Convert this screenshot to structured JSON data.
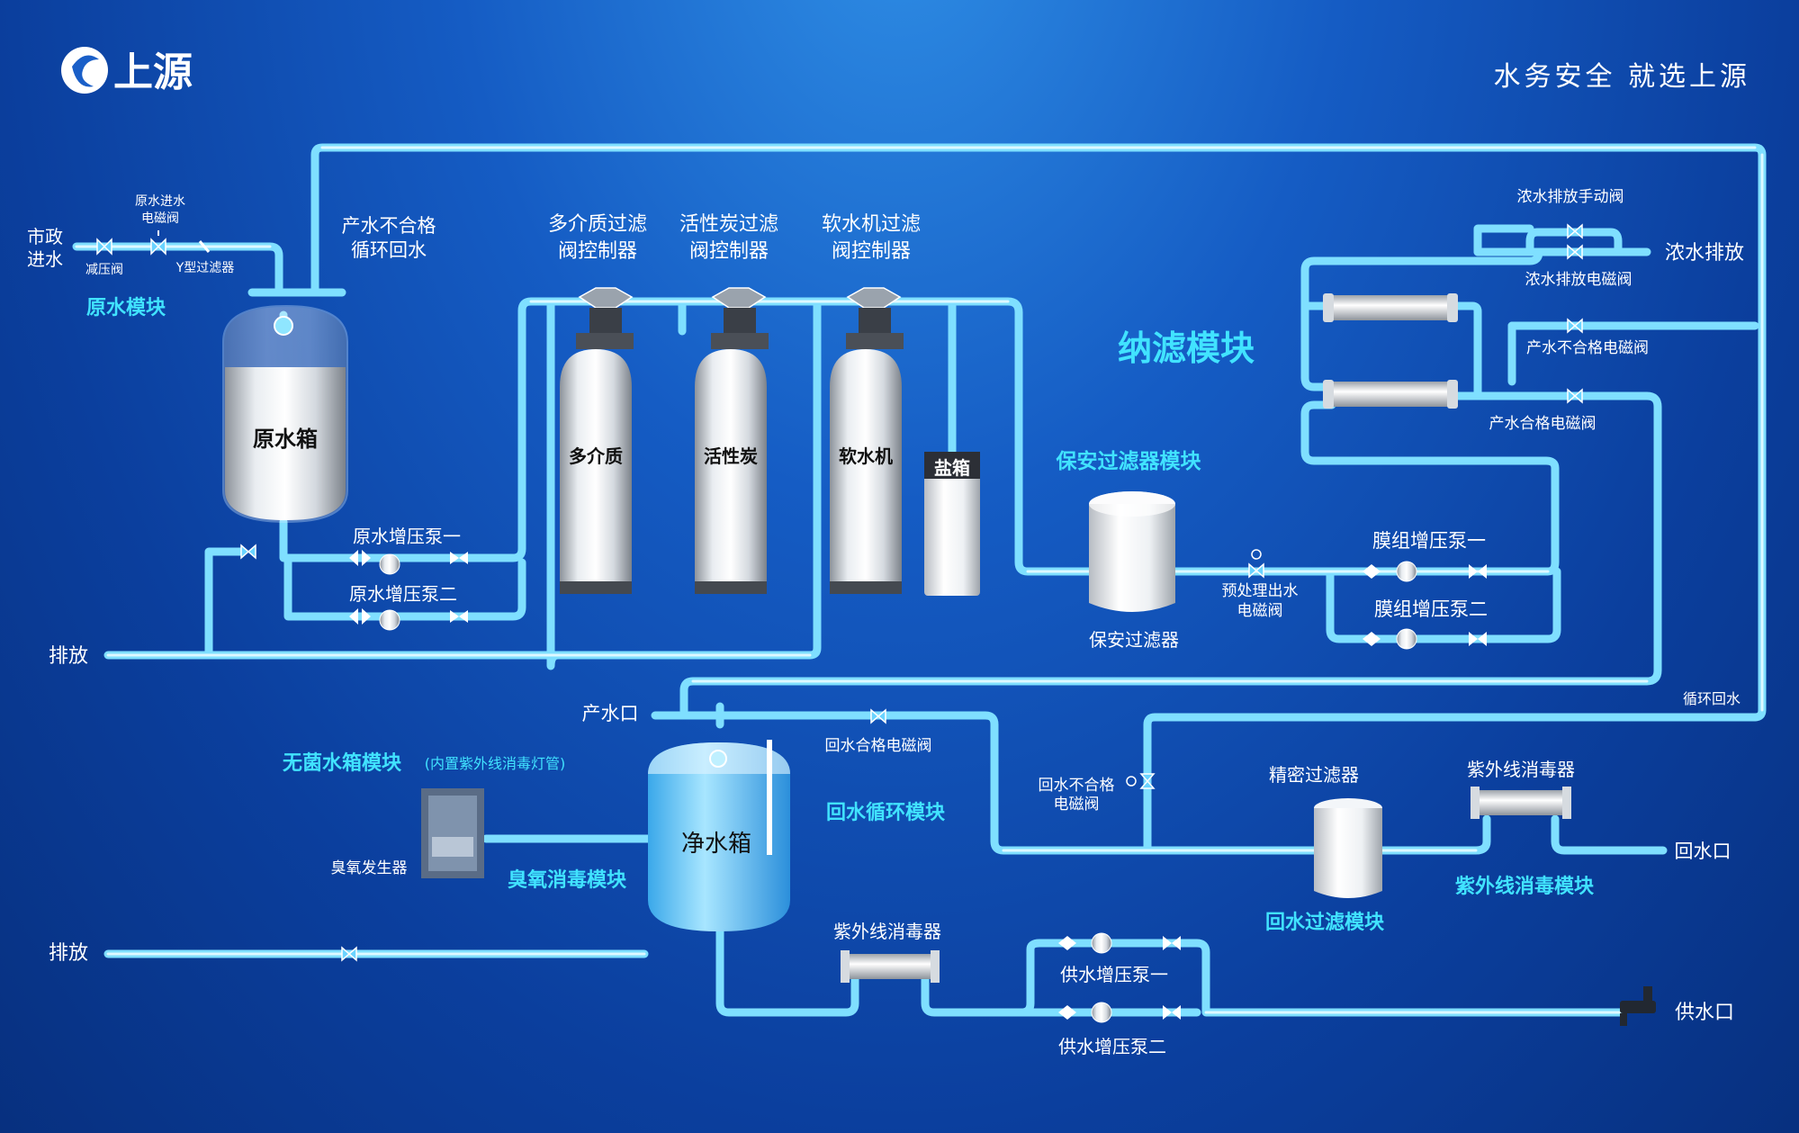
{
  "brand": {
    "name": "上源",
    "slogan": "水务安全 就选上源"
  },
  "colors": {
    "pipe": "#7fdfff",
    "module_label": "#41e3ff",
    "text": "#ffffff"
  },
  "modules": {
    "raw": "原水模块",
    "nano": "纳滤模块",
    "security": "保安过滤器模块",
    "sterile": "无菌水箱模块",
    "sterile_note": "(内置紫外线消毒灯管)",
    "ozone": "臭氧消毒模块",
    "return_cycle": "回水循环模块",
    "return_filter": "回水过滤模块",
    "uv": "紫外线消毒模块"
  },
  "labels": {
    "city_water": "市政",
    "city_water2": "进水",
    "inlet_valve1": "原水进水",
    "inlet_valve2": "电磁阀",
    "pressure_valve": "减压阀",
    "y_filter": "Y型过滤器",
    "unqualified1": "产水不合格",
    "unqualified2": "循环回水",
    "raw_tank": "原水箱",
    "ctrl1a": "多介质过滤",
    "ctrl1b": "阀控制器",
    "ctrl2a": "活性炭过滤",
    "ctrl2b": "阀控制器",
    "ctrl3a": "软水机过滤",
    "ctrl3b": "阀控制器",
    "t1": "多介质",
    "t2": "活性炭",
    "t3": "软水机",
    "salt": "盐箱",
    "raw_pump1": "原水增压泵一",
    "raw_pump2": "原水增压泵二",
    "drain1": "排放",
    "drain2": "排放",
    "security_filter": "保安过滤器",
    "pre_valve1": "预处理出水",
    "pre_valve2": "电磁阀",
    "mem_pump1": "膜组增压泵一",
    "mem_pump2": "膜组增压泵二",
    "conc_manual": "浓水排放手动阀",
    "conc_solenoid": "浓水排放电磁阀",
    "conc_drain": "浓水排放",
    "prod_bad_valve": "产水不合格电磁阀",
    "prod_good_valve": "产水合格电磁阀",
    "cycle_return": "循环回水",
    "product_outlet": "产水口",
    "return_ok_valve": "回水合格电磁阀",
    "return_bad1": "回水不合格",
    "return_bad2": "电磁阀",
    "precision_filter": "精密过滤器",
    "uv1": "紫外线消毒器",
    "uv2": "紫外线消毒器",
    "return_port": "回水口",
    "clean_tank": "净水箱",
    "ozone_gen": "臭氧发生器",
    "supply_pump1": "供水增压泵一",
    "supply_pump2": "供水增压泵二",
    "supply_port": "供水口"
  }
}
